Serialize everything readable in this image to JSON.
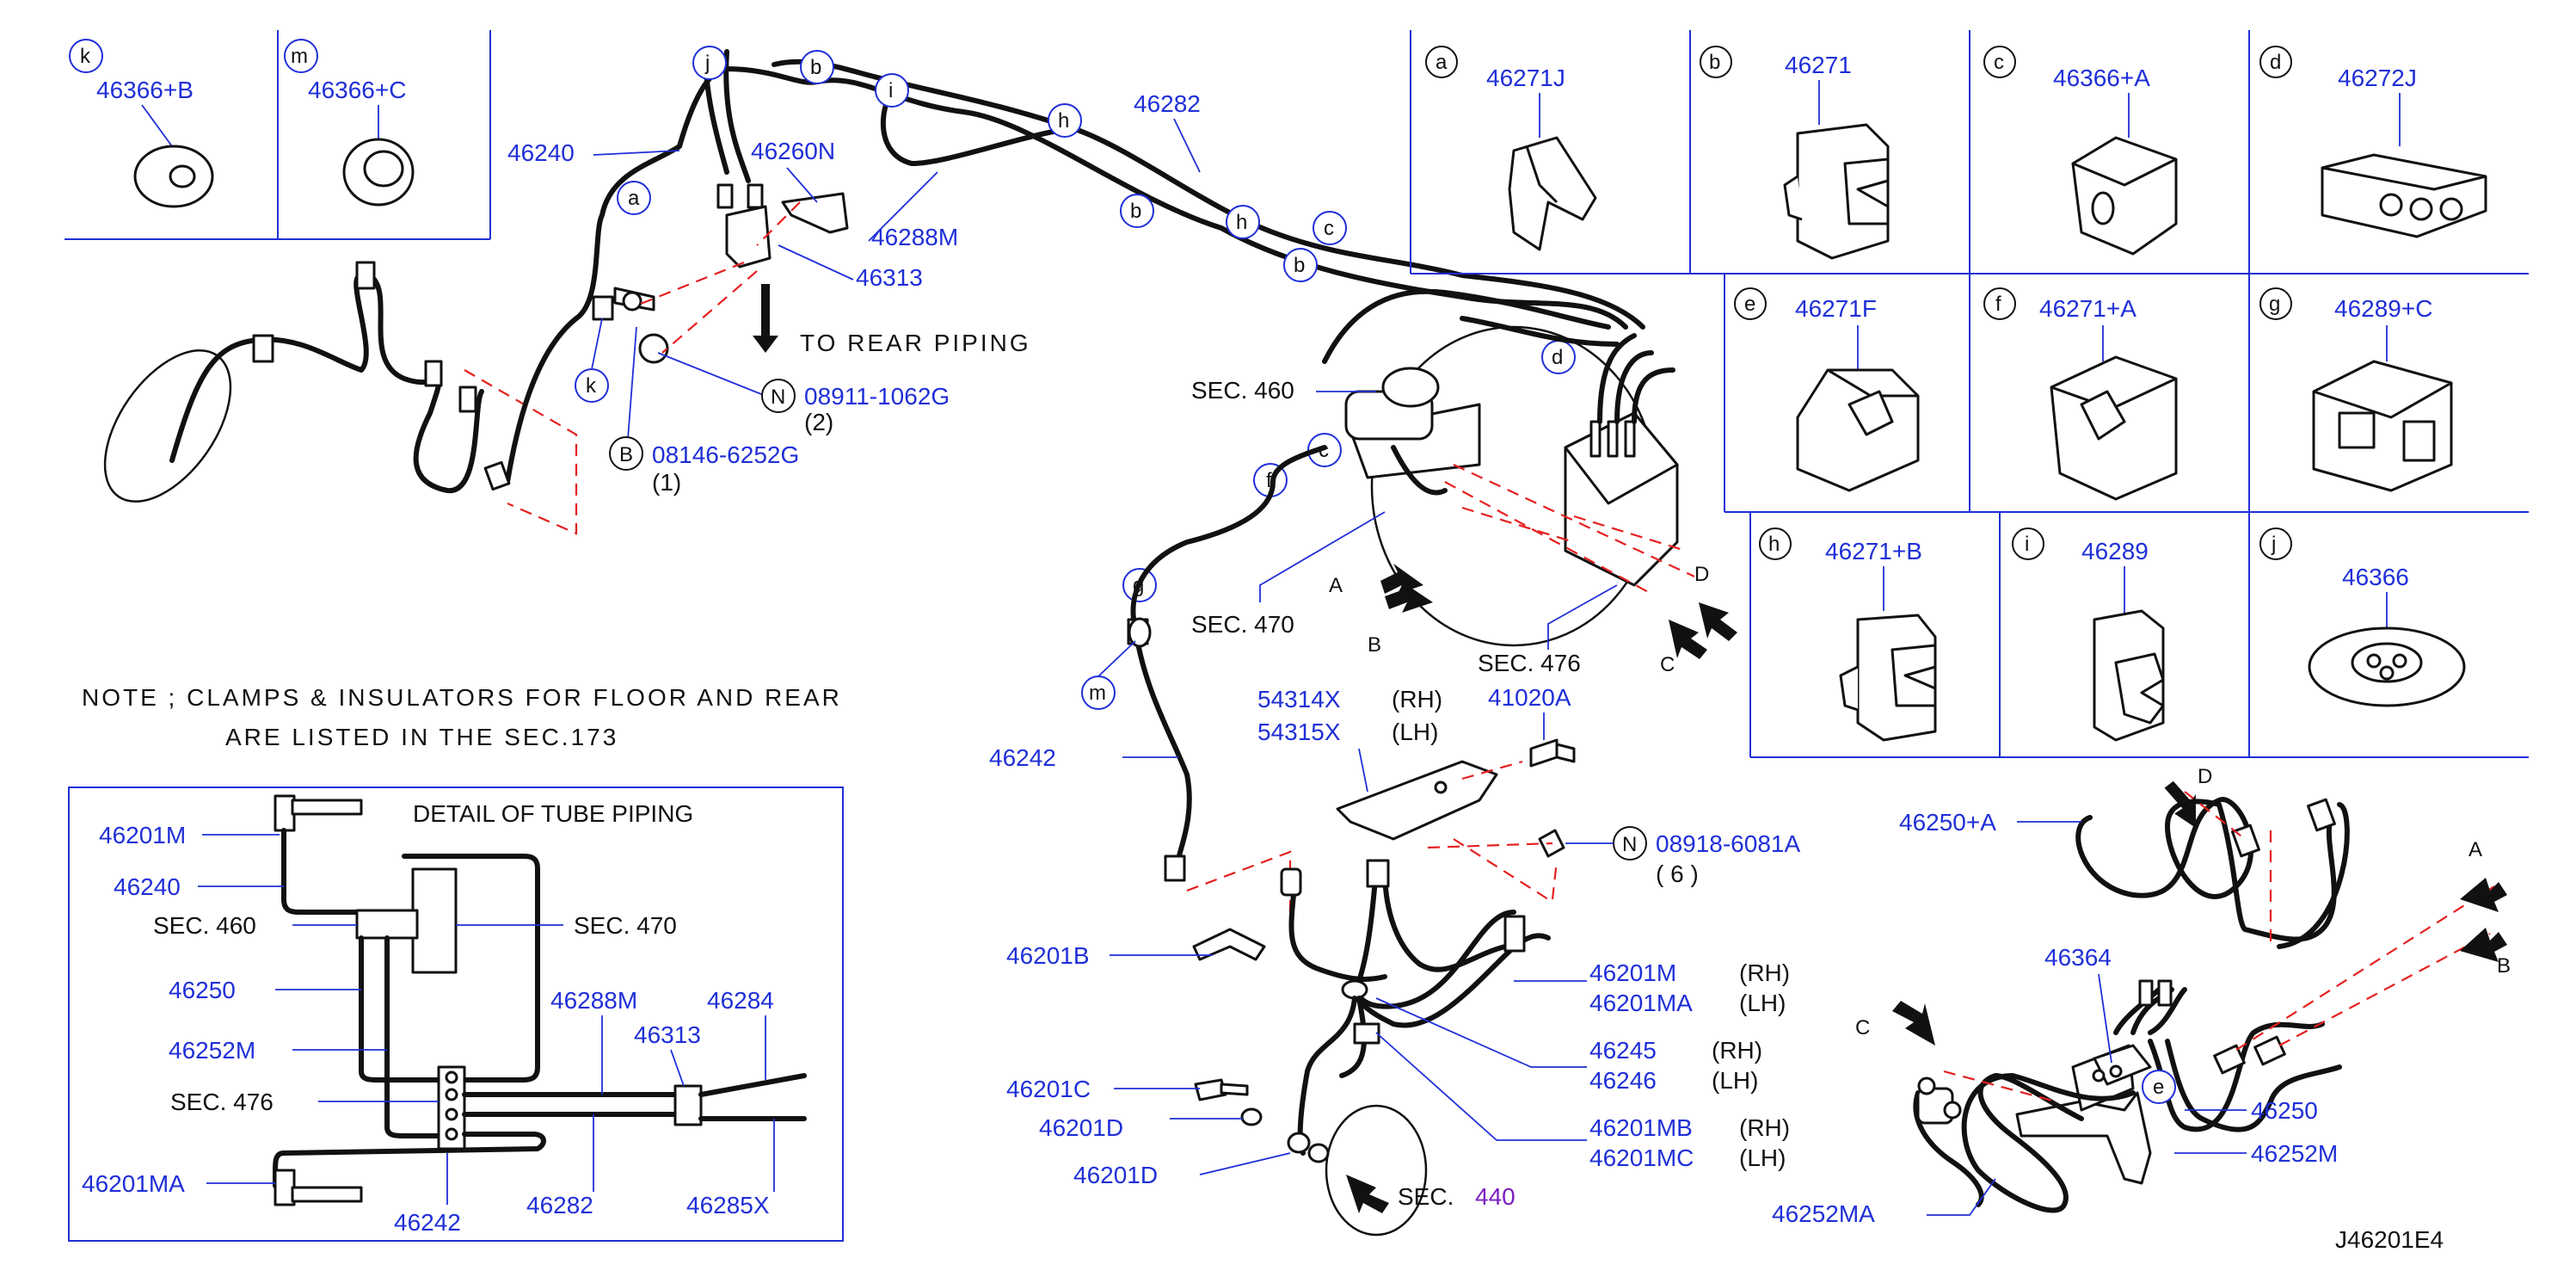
{
  "inset_parts": [
    {
      "letter": "a",
      "part": "46271J"
    },
    {
      "letter": "b",
      "part": "46271"
    },
    {
      "letter": "c",
      "part": "46366+A"
    },
    {
      "letter": "d",
      "part": "46272J"
    },
    {
      "letter": "e",
      "part": "46271F"
    },
    {
      "letter": "f",
      "part": "46271+A"
    },
    {
      "letter": "g",
      "part": "46289+C"
    },
    {
      "letter": "h",
      "part": "46271+B"
    },
    {
      "letter": "i",
      "part": "46289"
    },
    {
      "letter": "j",
      "part": "46366"
    },
    {
      "letter": "k",
      "part": "46366+B"
    },
    {
      "letter": "m",
      "part": "46366+C"
    }
  ],
  "top_left": {
    "p46240": "46240",
    "p46260N": "46260N",
    "p46288M": "46288M",
    "p46313": "46313",
    "to_rear": "TO  REAR  PIPING",
    "n_code": "08911-1062G",
    "n_qty": "(2)",
    "b_code": "08146-6252G",
    "b_qty": "(1)",
    "N": "N",
    "B": "B"
  },
  "callout_letters": [
    "j",
    "b",
    "i",
    "h",
    "a",
    "k",
    "b",
    "h",
    "c",
    "b",
    "d",
    "c",
    "f",
    "g",
    "m"
  ],
  "center": {
    "p46282": "46282",
    "sec460": "SEC.  460",
    "sec470": "SEC.  470",
    "sec476": "SEC.  476",
    "p46242": "46242",
    "arrowA": "A",
    "arrowB": "B",
    "arrowC": "C",
    "arrowD": "D"
  },
  "note": {
    "line1": "NOTE  ;  CLAMPS  &  INSULATORS  FOR  FLOOR  AND  REAR",
    "line2": "ARE  LISTED  IN  THE  SEC.173"
  },
  "detail": {
    "title": "DETAIL  OF  TUBE  PIPING",
    "p46201M": "46201M",
    "p46240": "46240",
    "sec460": "SEC.  460",
    "sec470": "SEC.  470",
    "p46250": "46250",
    "p46252M": "46252M",
    "sec476": "SEC.  476",
    "p46288M": "46288M",
    "p46284": "46284",
    "p46313": "46313",
    "p46201MA": "46201MA",
    "p46242": "46242",
    "p46282": "46282",
    "p46285X": "46285X"
  },
  "bottom_center": {
    "p54314X": "54314X",
    "rh1": "(RH)",
    "p54315X": "54315X",
    "lh1": "(LH)",
    "p41020A": "41020A",
    "n_code": "08918-6081A",
    "n_qty": "( 6    )",
    "N": "N",
    "p46201B": "46201B",
    "p46201M": "46201M",
    "rh2": "(RH)",
    "p46201MA": "46201MA",
    "lh2": "(LH)",
    "p46245": "46245",
    "rh3": "(RH)",
    "p46246": "46246",
    "lh3": "(LH)",
    "p46201C": "46201C",
    "p46201D_1": "46201D",
    "p46201D_2": "46201D",
    "sec440_prefix": "SEC.",
    "sec440_num": "440",
    "p46201MB": "46201MB",
    "rh4": "(RH)",
    "p46201MC": "46201MC",
    "lh4": "(LH)"
  },
  "bottom_right": {
    "p46250A": "46250+A",
    "p46364": "46364",
    "p46250": "46250",
    "p46252M": "46252M",
    "p46252MA": "46252MA",
    "e": "e",
    "A": "A",
    "B": "B",
    "C": "C",
    "D": "D"
  },
  "diagram_id": "J46201E4",
  "colors": {
    "part_number": "#1f2fd8",
    "phantom_line": "#e52020",
    "sec440": "#7a1fc0"
  }
}
